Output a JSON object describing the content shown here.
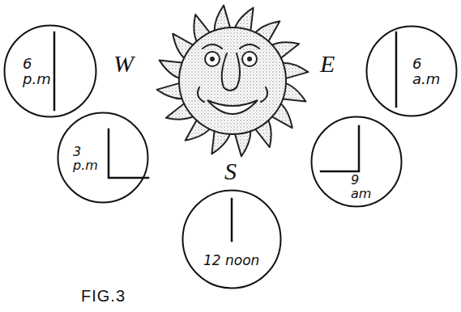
{
  "diagram": {
    "nodes": [
      {
        "text": [
          "6 p.m"
        ]
      },
      {
        "text": [
          "6 a.m"
        ]
      },
      {
        "text": [
          "3 p.m"
        ]
      },
      {
        "text": [
          "9 am"
        ]
      },
      {
        "text": [
          "12 noon"
        ]
      }
    ],
    "labels": [
      "W",
      "E",
      "S",
      "FIG.3"
    ]
  }
}
